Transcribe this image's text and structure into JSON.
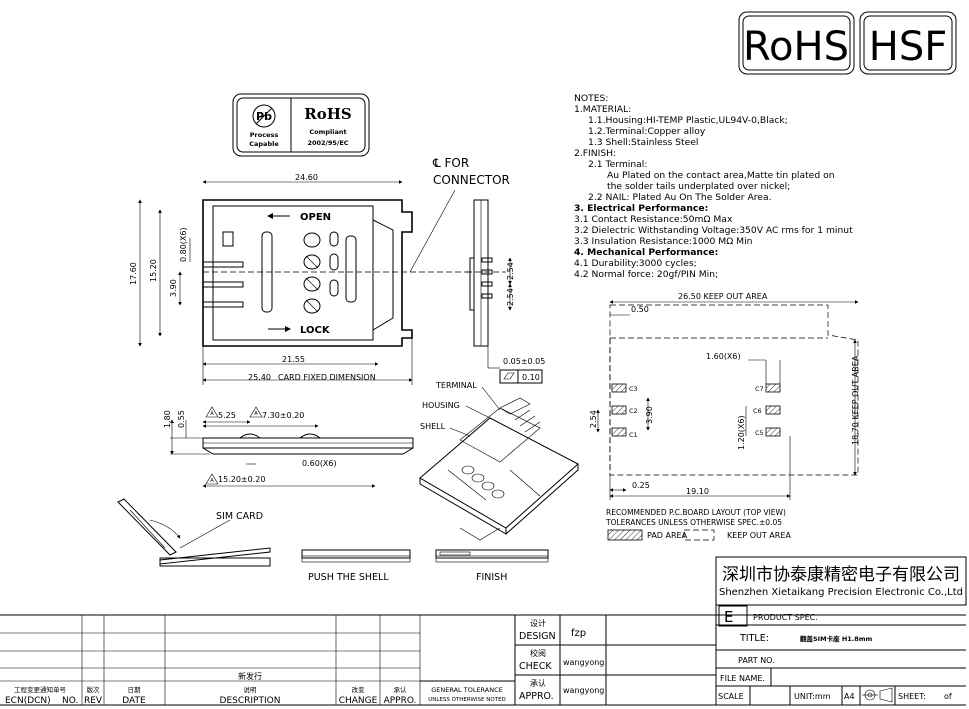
{
  "marks": {
    "rohs_box": "RoHS",
    "hsf_box": "HSF",
    "pb_symbol": "Pb",
    "pb_text_1": "Process",
    "pb_text_2": "Capable",
    "rohs_stamp": "RoHS",
    "rohs_stamp_1": "Compliant",
    "rohs_stamp_2": "2002/95/EC"
  },
  "notes": [
    "NOTES:",
    "1.MATERIAL:",
    "1.1.Housing:HI-TEMP Plastic,UL94V-0,Black;",
    "1.2.Terminal:Copper alloy",
    "1.3 Shell:Stainless Steel",
    "2.FINISH:",
    "2.1 Terminal:",
    "Au Plated on the contact area,Matte tin plated on",
    "the solder tails underplated over nickel;",
    "2.2 NAIL: Plated Au On The Solder Area.",
    "3. Electrical Performance:",
    "3.1 Contact Resistance:50mΩ Max",
    "3.2 Dielectric Withstanding Voltage:350V AC rms for 1 minut",
    "3.3 Insulation Resistance:1000 MΩ Min",
    "4. Mechanical Performance:",
    "4.1 Durability:3000 cycles;",
    "4.2 Normal force: 20gf/PIN Min;"
  ],
  "top_view": {
    "centerline": "℄ FOR",
    "connector": "CONNECTOR",
    "open": "OPEN",
    "lock": "LOCK",
    "dim_width": "24.60",
    "dim_height": "17.60",
    "dim_inner_h": "15.20",
    "dim_pitch": "0.80(X6)",
    "dim_390": "3.90",
    "dim_2155": "21.55",
    "dim_2540": "25.40",
    "card_fixed": "CARD FIXED DIMENSION",
    "dim_254": "2.54",
    "dim_254b": "2.54",
    "dim_005": "0.05±0.05",
    "flat_010": "0.10"
  },
  "side_view": {
    "dim_180": "1.80",
    "dim_055": "0.55",
    "dim_525": "5.25",
    "dim_730": "7.30±0.20",
    "dim_060": "0.60(X6)",
    "dim_1520": "15.20±0.20",
    "tri_a": "A",
    "tri_b": "A",
    "tri_c": "A"
  },
  "iso_labels": {
    "terminal": "TERMINAL",
    "housing": "HOUSING",
    "shell": "SHELL"
  },
  "sequence": {
    "sim_card": "SIM CARD",
    "push": "PUSH THE SHELL",
    "finish": "FINISH"
  },
  "pcb": {
    "keepout_top": "26.50 KEEP OUT AREA",
    "keepout_right": "18.70 KEEP OUT AREA",
    "dim_050": "0.50",
    "dim_160": "1.60(X6)",
    "dim_254": "2.54",
    "dim_390": "3.90",
    "dim_120": "1.20(X6)",
    "dim_025": "0.25",
    "dim_1910": "19.10",
    "c1": "C1",
    "c2": "C2",
    "c3": "C3",
    "c5": "C5",
    "c6": "C6",
    "c7": "C7",
    "recommended": "RECOMMENDED P.C.BOARD LAYOUT (TOP VIEW)",
    "tolerances": "TOLERANCES UNLESS OTHERWISE SPEC.±0.05",
    "pad_area": "PAD AREA",
    "keep_out_area": "KEEP OUT AREA"
  },
  "title_block": {
    "company_cn": "深圳市协泰康精密电子有限公司",
    "company_en": "Shenzhen Xietaikang Precision Electronic Co.,Ltd",
    "rev_letter": "E",
    "product_spec": "PRODUCT SPEC.",
    "title_label": "TITLE:",
    "title_value": "翻盖SIM卡座 H1.8mm",
    "part_no": "PART NO.",
    "file_name": "FILE NAME.",
    "scale": "SCALE",
    "unit": "UNIT:mm",
    "size": "A4",
    "sheet": "SHEET:",
    "of": "of",
    "design_cn": "设计",
    "design": "DESIGN",
    "design_name": "fzp",
    "check_cn": "校阅",
    "check": "CHECK",
    "check_name": "wangyong",
    "appro_cn": "承认",
    "appro": "APPRO.",
    "appro_name": "wangyong",
    "gen_tol_1": "GENERAL TOLERANCE",
    "gen_tol_2": "UNLESS OTHERWISE NOTED"
  },
  "revision_table": {
    "ecn_cn": "工程变更通知单号",
    "ecn": "ECN(DCN)",
    "no": "NO.",
    "rev_cn": "版次",
    "rev": "REV",
    "date_cn": "日期",
    "date": "DATE",
    "new_release": "新发行",
    "desc_cn": "说明",
    "desc": "DESCRIPTION",
    "change_cn": "改变",
    "change": "CHANGE",
    "appro_cn": "承认",
    "appro": "APPRO."
  }
}
